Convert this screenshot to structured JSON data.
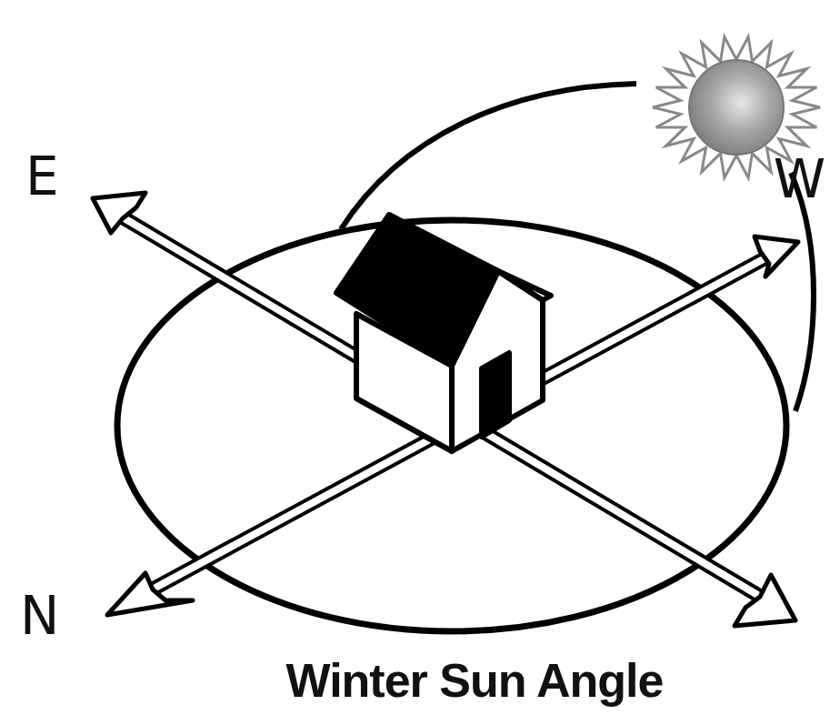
{
  "diagram": {
    "caption": "Winter Sun Angle",
    "labels": [
      "E",
      "N",
      "W"
    ]
  }
}
